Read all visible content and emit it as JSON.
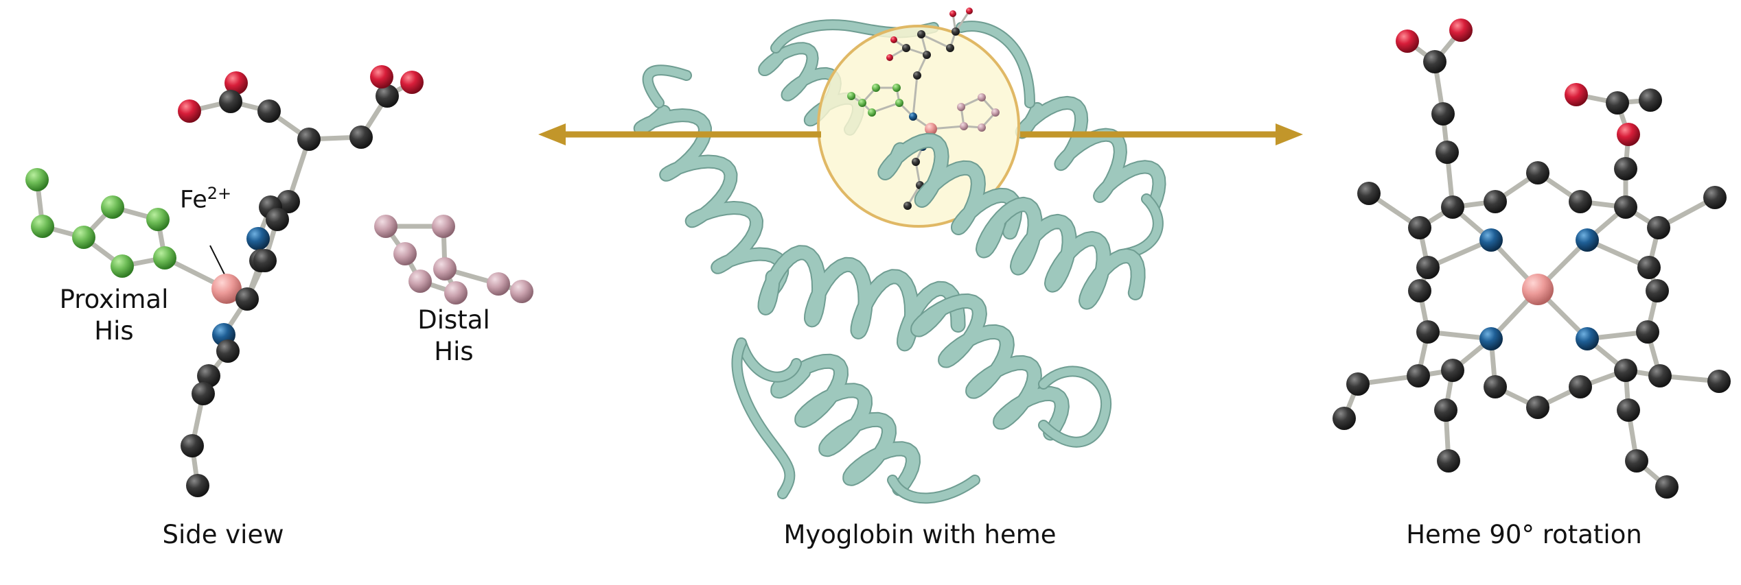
{
  "panels": {
    "left": {
      "caption": "Side view",
      "labels": {
        "iron_symbol": "Fe",
        "iron_charge": "2+",
        "proximal_line1": "Proximal",
        "proximal_line2": "His",
        "distal_line1": "Distal",
        "distal_line2": "His"
      }
    },
    "center": {
      "caption": "Myoglobin with heme"
    },
    "right": {
      "caption": "Heme 90° rotation"
    }
  },
  "colors": {
    "carbon": "#3a3a3a",
    "oxygen": "#d81e3a",
    "nitrogen": "#1f5f96",
    "iron": "#ec9a98",
    "proximal_his": "#6cbb55",
    "distal_his": "#c9a1ad",
    "bond": "#b8b8b0",
    "protein_ribbon": "#9ec8bd",
    "highlight_fill": "#fbf6d2",
    "highlight_stroke": "#e0b865",
    "arrow": "#c2962a"
  },
  "icons": {
    "arrow_left": "arrow-left-icon",
    "arrow_right": "arrow-right-icon"
  }
}
